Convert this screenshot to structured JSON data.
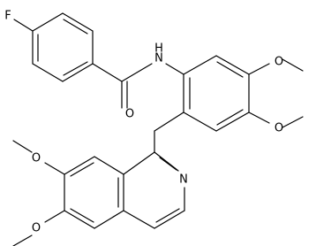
{
  "molecule": {
    "labels": {
      "fluorine": "F",
      "amide_nh": "N",
      "amide_h": "H",
      "carbonyl_o": "O",
      "ring_methoxy_o_upper": "O",
      "ring_methoxy_o_lower": "O",
      "isoquinoline_n": "N",
      "isoquinoline_methoxy_o_upper": "O",
      "isoquinoline_methoxy_o_lower": "O"
    }
  }
}
